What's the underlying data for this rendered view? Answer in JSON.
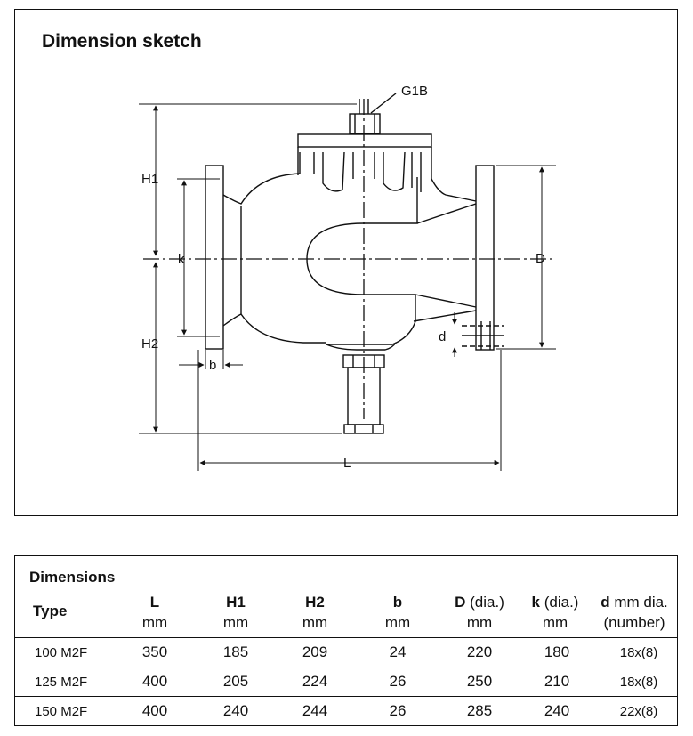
{
  "sketch": {
    "title": "Dimension sketch",
    "labels": {
      "g1b": "G1B",
      "h1": "H1",
      "h2": "H2",
      "k": "k",
      "b": "b",
      "d_big": "D",
      "d_small": "d",
      "l": "L"
    }
  },
  "dimensions": {
    "title": "Dimensions",
    "headers": {
      "type": "Type",
      "L": {
        "name": "L",
        "unit": "mm"
      },
      "H1": {
        "name": "H1",
        "unit": "mm"
      },
      "H2": {
        "name": "H2",
        "unit": "mm"
      },
      "b": {
        "name": "b",
        "unit": "mm"
      },
      "D": {
        "name": "D",
        "suffix": " (dia.)",
        "unit": "mm"
      },
      "k": {
        "name": "k",
        "suffix": " (dia.)",
        "unit": "mm"
      },
      "d": {
        "name": "d",
        "suffix": " mm dia.",
        "unit": "(number)"
      }
    },
    "rows": [
      {
        "type": "100 M2F",
        "L": "350",
        "H1": "185",
        "H2": "209",
        "b": "24",
        "D": "220",
        "k": "180",
        "d": "18x(8)"
      },
      {
        "type": "125 M2F",
        "L": "400",
        "H1": "205",
        "H2": "224",
        "b": "26",
        "D": "250",
        "k": "210",
        "d": "18x(8)"
      },
      {
        "type": "150 M2F",
        "L": "400",
        "H1": "240",
        "H2": "244",
        "b": "26",
        "D": "285",
        "k": "240",
        "d": "22x(8)"
      }
    ]
  }
}
